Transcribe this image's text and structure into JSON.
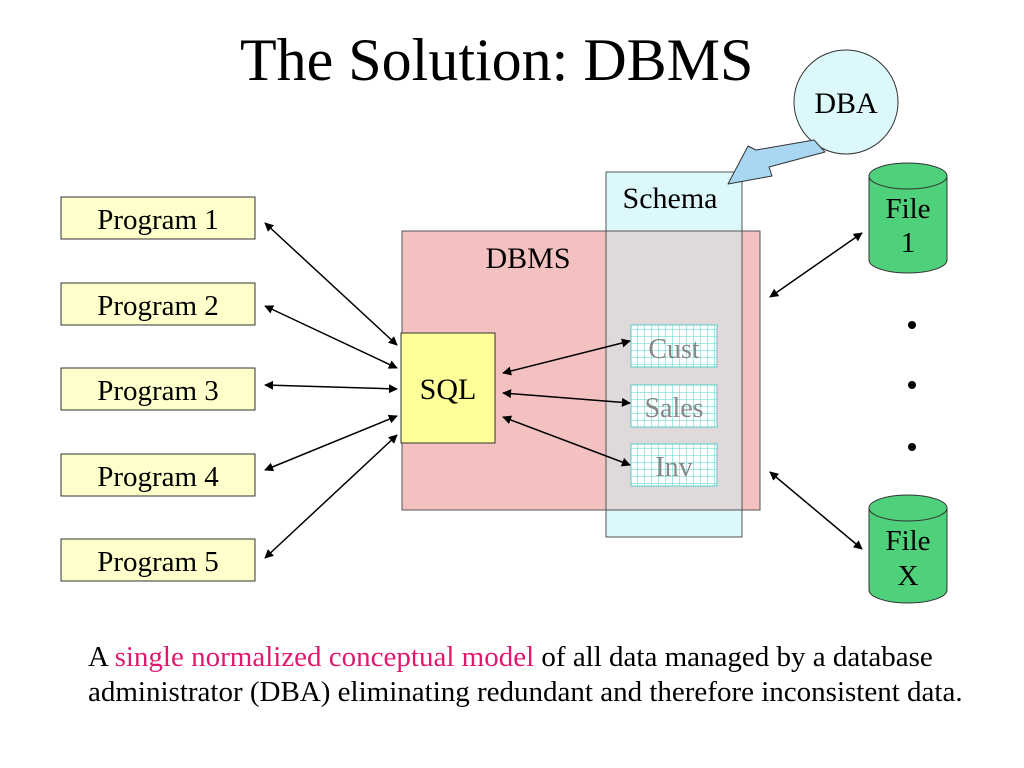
{
  "title": "The Solution:  DBMS",
  "dba": {
    "label": "DBA"
  },
  "schema": {
    "label": "Schema"
  },
  "dbms": {
    "label": "DBMS"
  },
  "sql": {
    "label": "SQL"
  },
  "programs": [
    "Program 1",
    "Program 2",
    "Program 3",
    "Program 4",
    "Program 5"
  ],
  "tables": [
    "Cust",
    "Sales",
    "Inv"
  ],
  "files": [
    {
      "line1": "File",
      "line2": "1"
    },
    {
      "line1": "File",
      "line2": "X"
    }
  ],
  "caption": {
    "before": "A ",
    "highlight": "single normalized conceptual model",
    "after": " of all data managed by a database administrator (DBA) eliminating redundant and therefore inconsistent data."
  },
  "colors": {
    "program_fill": "#ffffcc",
    "sql_fill": "#ffff99",
    "dbms_fill": "#f4c1c1",
    "schema_fill": "#ddf8fb",
    "overlap_fill": "#e0d9d9",
    "table_grid": "#55d0c8",
    "table_text": "#888888",
    "file_fill": "#4fd07a",
    "dba_fill": "#ddf8fb",
    "arrow_fill": "#a9d7f1",
    "highlight": "#e0196e"
  }
}
